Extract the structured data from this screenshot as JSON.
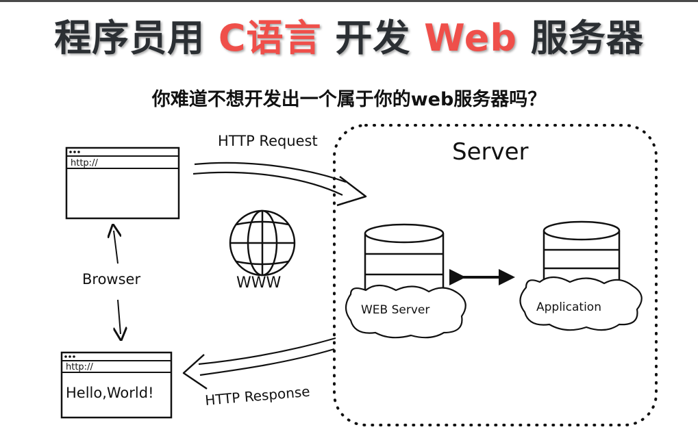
{
  "title": {
    "part1": "程序员用 ",
    "part2": "C语言",
    "part3": " 开发 ",
    "part4": "Web",
    "part5": " 服务器"
  },
  "subtitle": "你难道不想开发出一个属于你的web服务器吗？",
  "diagram": {
    "request_label": "HTTP Request",
    "response_label": "HTTP Response",
    "server_label": "Server",
    "browser_label": "Browser",
    "www_label": "WWW",
    "url_prefix_top": "http://",
    "url_prefix_bottom": "http://",
    "page_content": "Hello,World!",
    "web_server_label": "WEB Server",
    "application_label": "Application"
  },
  "colors": {
    "title_dark": "#2b2f33",
    "title_accent": "#ef4f4a",
    "ink": "#111111"
  }
}
